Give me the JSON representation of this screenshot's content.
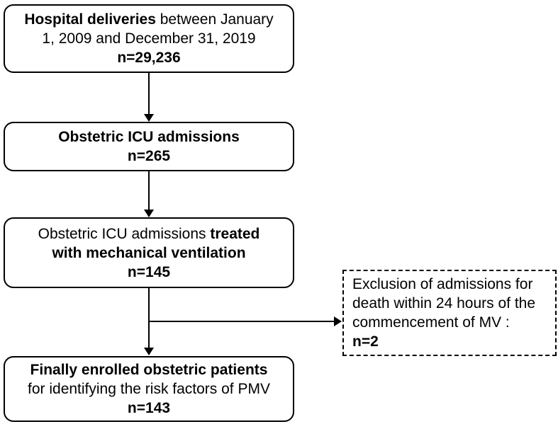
{
  "colors": {
    "background": "#ffffff",
    "border": "#000000",
    "text": "#000000"
  },
  "boxes": {
    "box1": {
      "l1_bold": "Hospital deliveries",
      "l1_rest": " between January",
      "l2": "1, 2009 and December 31, 2019",
      "n": "n=29,236"
    },
    "box2": {
      "l1": "Obstetric ICU admissions",
      "n": "n=265"
    },
    "box3": {
      "l1_regular": "Obstetric ICU admissions ",
      "l1_bold": "treated",
      "l2_bold": "with mechanical ventilation",
      "n": "n=145"
    },
    "exclusion": {
      "l1": "Exclusion of admissions for",
      "l2": "death within 24 hours of the",
      "l3": "commencement of MV :",
      "n": "n=2"
    },
    "box4": {
      "l1_bold": "Finally enrolled obstetric patients",
      "l2": "for identifying the risk factors of PMV",
      "n": "n=143"
    }
  }
}
